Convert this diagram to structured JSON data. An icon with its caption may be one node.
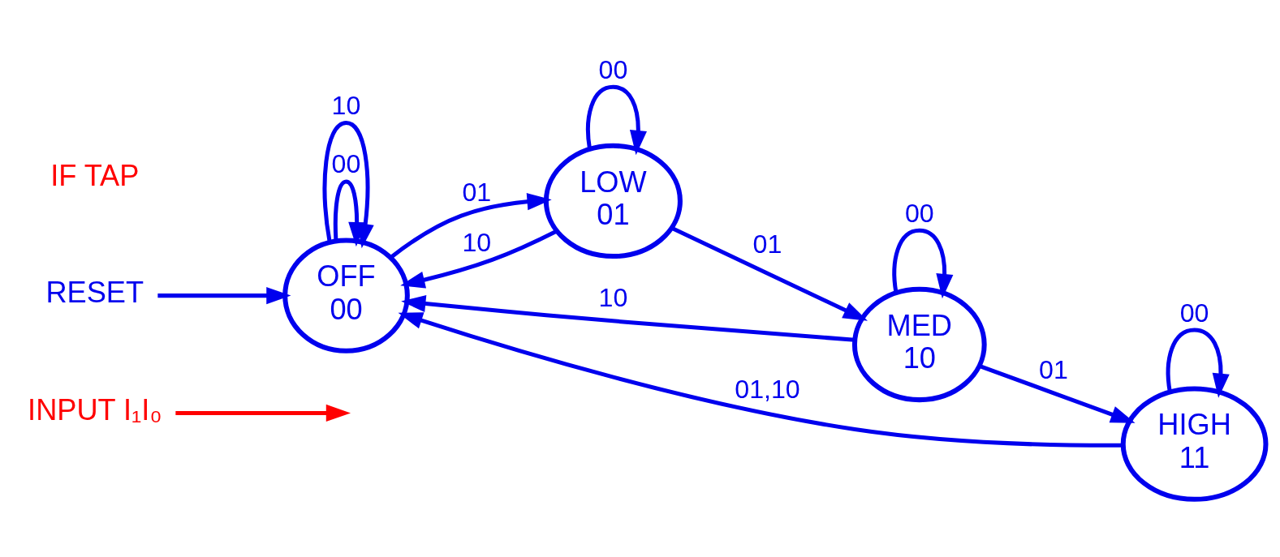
{
  "diagram": {
    "nodes": [
      {
        "text": [
          "INPUT I₁I₀"
        ]
      },
      {
        "text": [
          "OFF",
          "00"
        ]
      },
      {
        "text": [
          "LOW",
          "01"
        ]
      },
      {
        "text": [
          "MED",
          "10"
        ]
      },
      {
        "text": [
          "HIGH",
          "11"
        ]
      },
      {
        "text": [
          "RESET"
        ]
      }
    ],
    "edges": [
      {
        "from": 0,
        "to": null,
        "arrow": "to",
        "color": "#ff0000"
      },
      {
        "from": 1,
        "to": 1,
        "arrow": "to",
        "label": "00"
      },
      {
        "from": 1,
        "to": 2,
        "arrow": "to",
        "label": "01"
      },
      {
        "from": 2,
        "to": 1,
        "arrow": "to",
        "label": "10"
      },
      {
        "from": 2,
        "to": 2,
        "arrow": "to",
        "label": "00"
      },
      {
        "from": 2,
        "to": 3,
        "arrow": "to",
        "label": "01"
      },
      {
        "from": 3,
        "to": 3,
        "arrow": "to",
        "label": "00"
      },
      {
        "from": 3,
        "to": 1,
        "arrow": "to",
        "label": "10"
      },
      {
        "from": 3,
        "to": 4,
        "arrow": "to",
        "label": "01"
      },
      {
        "from": 4,
        "to": 4,
        "arrow": "to",
        "label": "00"
      },
      {
        "from": 4,
        "to": 1,
        "arrow": "to",
        "label": "01,10"
      },
      {
        "from": 1,
        "to": 1,
        "arrow": "to",
        "label": "10"
      },
      {
        "from": 5,
        "to": 1,
        "arrow": "to"
      }
    ],
    "labels": [
      "IF TAP"
    ]
  }
}
